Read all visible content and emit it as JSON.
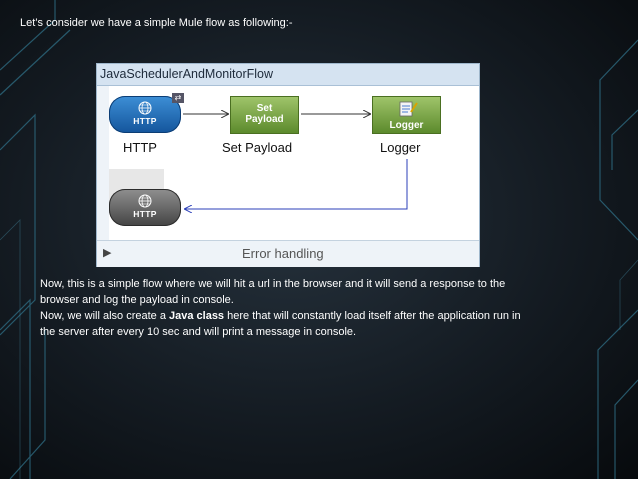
{
  "slide": {
    "intro_text": "Let’s consider we have a simple Mule flow as following:-"
  },
  "flow": {
    "name": "JavaSchedulerAndMonitorFlow",
    "http_badge": "HTTP",
    "http_label": "HTTP",
    "set_payload_badge_line1": "Set",
    "set_payload_badge_line2": "Payload",
    "set_payload_label": "Set Payload",
    "logger_badge": "Logger",
    "logger_label": "Logger",
    "response_badge": "HTTP",
    "error_handling": "Error handling",
    "expand_glyph": "▶",
    "exchange_glyph": "⇄",
    "icons": [
      "globe-icon",
      "exchange-icon",
      "logger-icon",
      "expand-triangle-icon"
    ],
    "colors": {
      "http_blue": "#1f6fbf",
      "processor_green": "#7aa845",
      "arrow_blue": "#2b3fb8"
    }
  },
  "description": {
    "line1": "Now, this is a simple flow where we will hit a url in the browser and it will send a response to the",
    "line2": "browser and log the payload in console.",
    "line3_prefix": "Now, we will also create a ",
    "line3_bold": "Java class",
    "line3_suffix": " here that will constantly load itself after the application run in",
    "line4": "the server after every 10 sec and will print a message in console."
  }
}
